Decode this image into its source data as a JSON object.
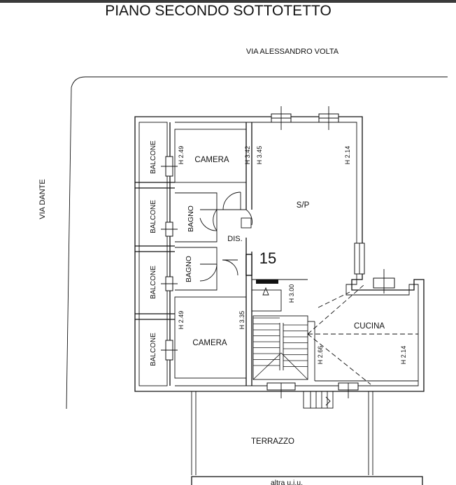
{
  "title": "PIANO SECONDO SOTTOTETTO",
  "streets": {
    "top": "VIA  ALESSANDRO VOLTA",
    "left": "VIA  DANTE"
  },
  "rooms": {
    "camera_top": "CAMERA",
    "camera_bottom": "CAMERA",
    "bagno_1": "BAGNO",
    "bagno_2": "BAGNO",
    "dis": "DIS.",
    "sp": "S/P",
    "cucina": "CUCINA",
    "terrazzo": "TERRAZZO",
    "balcone": [
      "BALCONE",
      "BALCONE",
      "BALCONE",
      "BALCONE"
    ],
    "altra_uiu": "altra u.i.u."
  },
  "heights": {
    "h_249_top": "H  2.49",
    "h_342": "H  3.42",
    "h_345": "H  3.45",
    "h_214_sp": "H  2.14",
    "h_300": "H  3.00",
    "h_249_bottom": "H  2.49",
    "h_335": "H  3.35",
    "h_266": "H  2.66",
    "h_214_cucina": "H  2.14"
  },
  "unit_number": "15"
}
